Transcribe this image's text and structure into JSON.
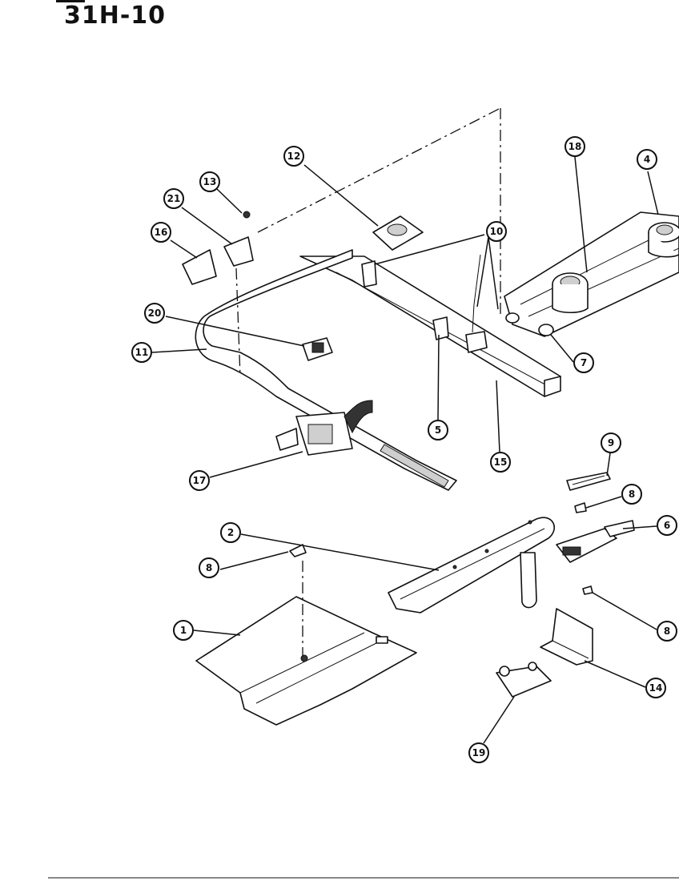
{
  "title": "31H-10",
  "callouts": [
    {
      "label": "12"
    },
    {
      "label": "13"
    },
    {
      "label": "21"
    },
    {
      "label": "16"
    },
    {
      "label": "10"
    },
    {
      "label": "18"
    },
    {
      "label": "4"
    },
    {
      "label": "20"
    },
    {
      "label": "11"
    },
    {
      "label": "7"
    },
    {
      "label": "5"
    },
    {
      "label": "15"
    },
    {
      "label": "17"
    },
    {
      "label": "9"
    },
    {
      "label": "8"
    },
    {
      "label": "6"
    },
    {
      "label": "2"
    },
    {
      "label": "8"
    },
    {
      "label": "8"
    },
    {
      "label": "1"
    },
    {
      "label": "14"
    },
    {
      "label": "19"
    }
  ]
}
